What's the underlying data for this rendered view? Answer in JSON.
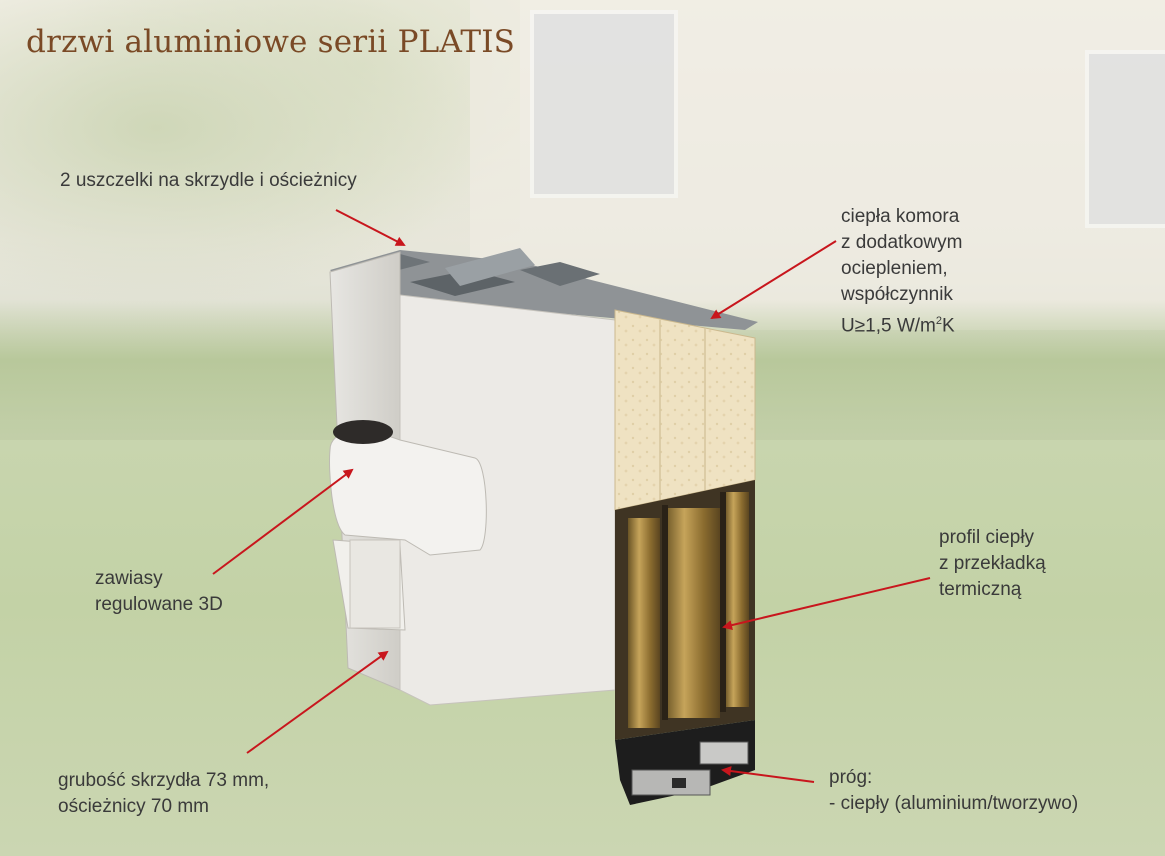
{
  "title": "drzwi aluminiowe serii PLATIS",
  "labels": {
    "seals": "2 uszczelki na skrzydle i ościeżnicy",
    "chamber": {
      "line1": "ciepła komora",
      "line2": "z dodatkowym",
      "line3": "ociepleniem,",
      "line4": "współczynnik",
      "line5_pre": "U≥1,5 W/m",
      "line5_sup": "2",
      "line5_post": "K"
    },
    "hinges": {
      "line1": "zawiasy",
      "line2": "regulowane 3D"
    },
    "profile": {
      "line1": "profil ciepły",
      "line2": "z przekładką",
      "line3": "termiczną"
    },
    "thickness": {
      "line1": "grubość skrzydła 73 mm,",
      "line2": "ościeżnicy 70 mm"
    },
    "threshold": {
      "line1": "próg:",
      "line2": "- ciepły (aluminium/tworzywo)"
    }
  },
  "colors": {
    "title": "#7a4a26",
    "arrow": "#c8161d",
    "text": "#3a3a3a"
  }
}
